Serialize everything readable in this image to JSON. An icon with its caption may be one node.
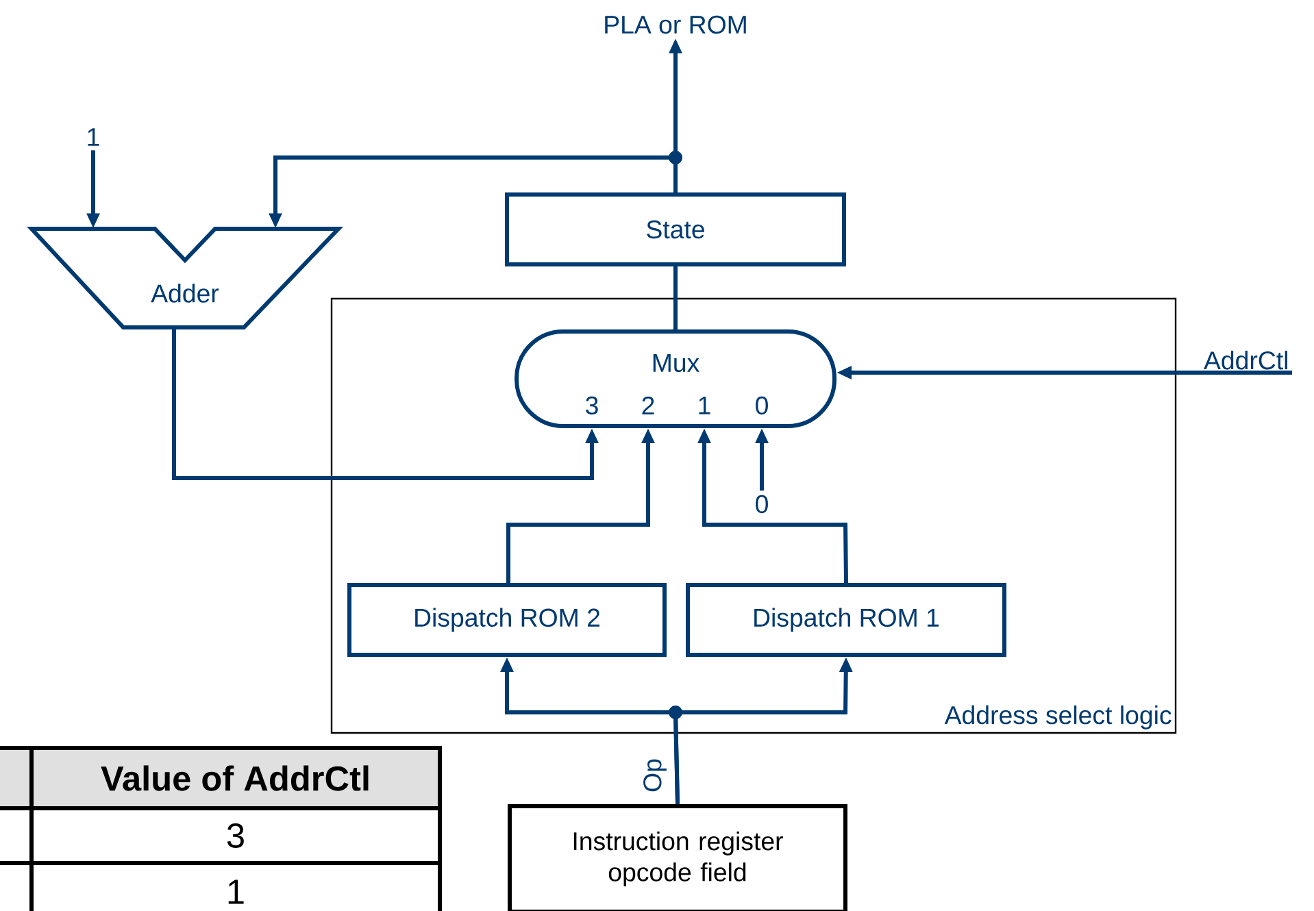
{
  "diagram": {
    "nodes": [
      {
        "text": [
          "PLA or ROM"
        ]
      },
      {
        "text": [
          "1"
        ]
      },
      {
        "text": [
          "Adder"
        ]
      },
      {
        "text": [
          "State"
        ]
      },
      {
        "text": [
          "Address select logic"
        ]
      },
      {
        "text": [
          "Mux",
          "3",
          "2",
          "1",
          "0"
        ],
        "in": 4
      },
      {
        "text": [
          "AddrCtl"
        ]
      },
      {
        "text": [
          "0"
        ],
        "in": 4
      },
      {
        "text": [
          "Dispatch ROM 2"
        ],
        "in": 4
      },
      {
        "text": [
          "Dispatch ROM 1"
        ],
        "in": 4
      },
      {
        "text": [
          "Instruction register opcode field"
        ]
      }
    ],
    "edges": [
      {
        "from": 3,
        "to": 0,
        "arrow": "to"
      },
      {
        "from": 3,
        "to": 2,
        "arrow": "to"
      },
      {
        "from": 1,
        "to": 2,
        "arrow": "to"
      },
      {
        "from": 2,
        "to": 5,
        "arrow": "to"
      },
      {
        "from": 8,
        "to": 5,
        "arrow": "to"
      },
      {
        "from": 9,
        "to": 5,
        "arrow": "to"
      },
      {
        "from": 7,
        "to": 5,
        "arrow": "to"
      },
      {
        "from": 6,
        "to": 5,
        "arrow": "to"
      },
      {
        "from": 5,
        "to": 3,
        "arrow": "none"
      },
      {
        "from": 10,
        "to": 8,
        "arrow": "to",
        "label": "Op"
      },
      {
        "from": 10,
        "to": 9,
        "arrow": "to"
      }
    ],
    "labels": [
      "Value of AddrCtl",
      "3",
      "1"
    ]
  }
}
